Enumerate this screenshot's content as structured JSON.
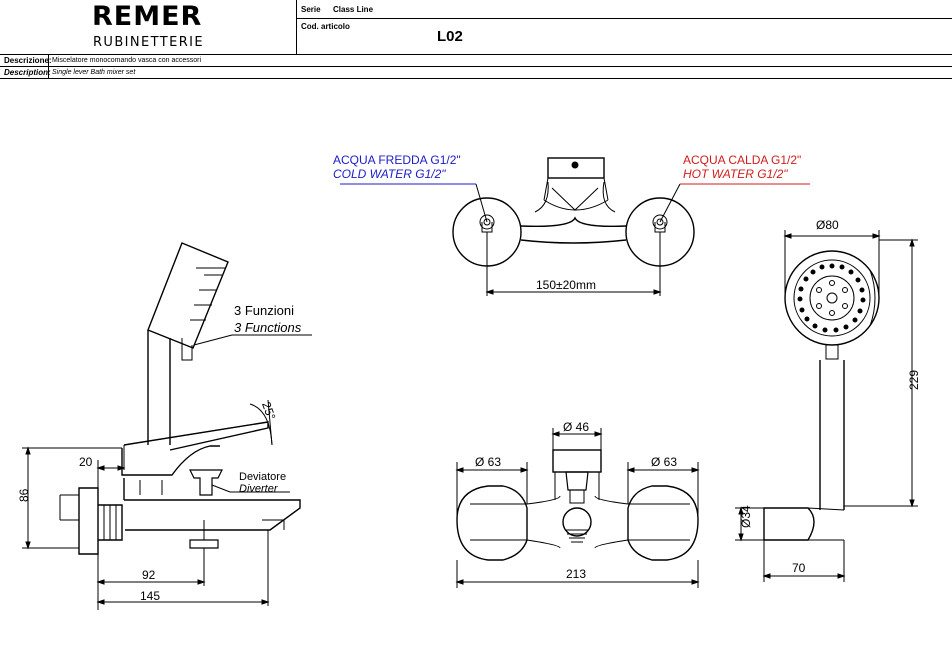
{
  "header": {
    "brand": "REMER",
    "brand_sub": "RUBINETTERIE",
    "serie_label": "Serie",
    "serie_value": "Class Line",
    "cod_label": "Cod. articolo",
    "cod_value": "L02",
    "descrizione_label": "Descrizione:",
    "descrizione_value": "Miscelatore monocomando vasca con accessori",
    "description_label": "Description:",
    "description_value": "Single lever Bath mixer set"
  },
  "drawing": {
    "cold_it": "ACQUA FREDDA G1/2\"",
    "cold_en": "COLD WATER G1/2\"",
    "hot_it": "ACQUA CALDA G1/2\"",
    "hot_en": "HOT WATER G1/2\"",
    "centers": "150±20mm",
    "functions_it": "3 Funzioni",
    "functions_en": "3 Functions",
    "angle": "25°",
    "dim_20": "20",
    "dim_86": "86",
    "diverter_it": "Deviatore",
    "diverter_en": "Diverter",
    "dim_92": "92",
    "dim_145": "145",
    "dia_46": "Ø 46",
    "dia_63_left": "Ø 63",
    "dia_63_right": "Ø 63",
    "dim_213": "213",
    "dia_80": "Ø80",
    "dim_229": "229",
    "dia_34": "Ø34",
    "dim_70": "70"
  },
  "colors": {
    "cold": "#1c1cc8",
    "hot": "#d21c1c"
  }
}
